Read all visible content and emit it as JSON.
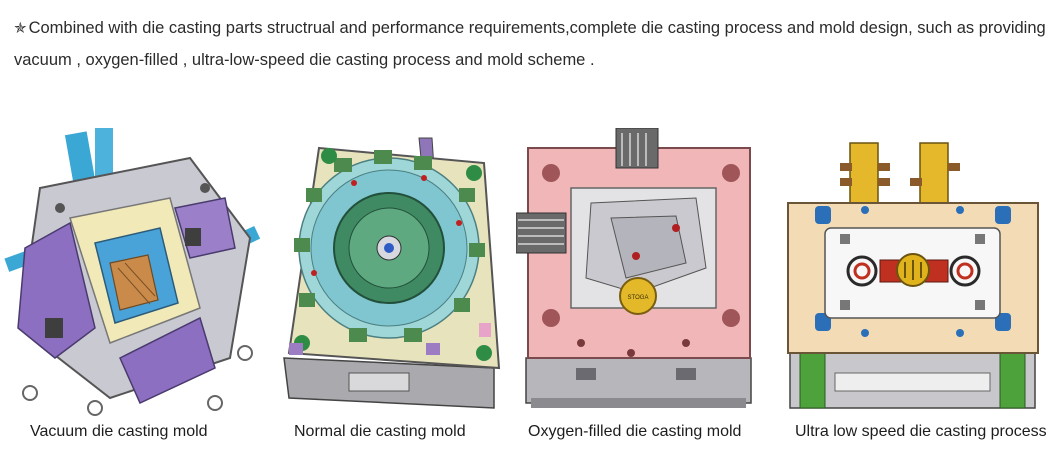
{
  "intro": {
    "star_icon": "star-icon",
    "text": "Combined with die casting parts structrual and performance requirements,complete die casting process and mold design, such as providing vacuum , oxygen-filled , ultra-low-speed die casting process and mold scheme ."
  },
  "images": [
    {
      "caption": "Vacuum die casting mold"
    },
    {
      "caption": "Normal die casting mold"
    },
    {
      "caption": "Oxygen-filled die casting mold",
      "badge_text": "STOGA"
    },
    {
      "caption": "Ultra low speed die casting process"
    }
  ]
}
